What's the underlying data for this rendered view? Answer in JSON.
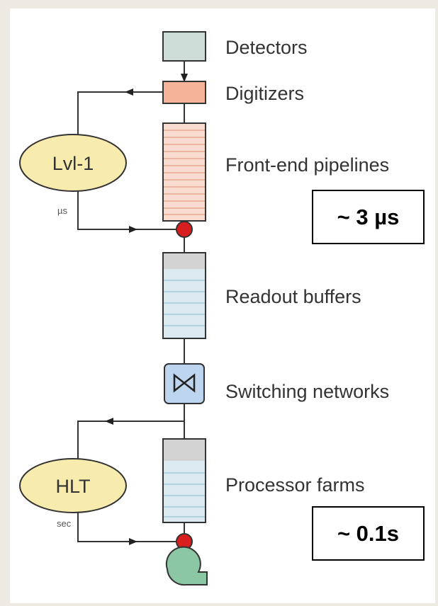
{
  "stages": {
    "detectors": "Detectors",
    "digitizers": "Digitizers",
    "front_end_pipelines": "Front-end pipelines",
    "readout_buffers": "Readout buffers",
    "switching_networks": "Switching networks",
    "processor_farms": "Processor farms"
  },
  "triggers": {
    "level1": {
      "label": "Lvl-1",
      "unit": "µs"
    },
    "hlt": {
      "label": "HLT",
      "unit": "sec"
    }
  },
  "latency": {
    "level1": "~ 3 µs",
    "hlt": "~ 0.1s"
  },
  "colors": {
    "detectors": "#cddcd6",
    "digitizers": "#f5b49a",
    "pipelines": "#f9dbd0",
    "buffers": "#dbe9f1",
    "buffer_lines": "#a9cbdc",
    "switch": "#bdd5ee",
    "trigger_ellipse": "#f7ebad",
    "node": "#d81e1e",
    "storage": "#8cc7a4"
  }
}
